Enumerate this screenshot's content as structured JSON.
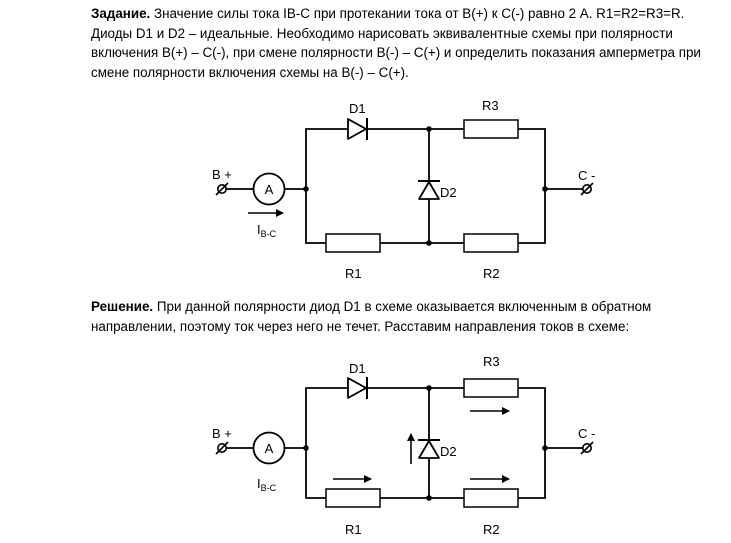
{
  "task": {
    "label": "Задание.",
    "text": " Значение силы тока IB-C при протекании тока от B(+) к C(-) равно 2 А. R1=R2=R3=R. Диоды D1 и D2 – идеальные. Необходимо нарисовать эквивалентные схемы при полярности включения B(+) – C(-), при смене полярности B(-) – C(+) и определить показания амперметра при смене полярности включения схемы на B(-) – C(+)."
  },
  "solution": {
    "label": "Решение.",
    "text": " При данной полярности диод D1 в схеме оказывается включенным в обратном направлении, поэтому ток через него не течет. Расставим направления токов в схеме:"
  },
  "circuit1": {
    "d1": "D1",
    "d2": "D2",
    "r1": "R1",
    "r2": "R2",
    "r3": "R3",
    "terminal_b": "B +",
    "terminal_c": "C -",
    "ammeter": "A",
    "current_main": "I",
    "current_sub": "B-C"
  },
  "circuit2": {
    "d1": "D1",
    "d2": "D2",
    "r1": "R1",
    "r2": "R2",
    "r3": "R3",
    "terminal_b": "B +",
    "terminal_c": "C -",
    "ammeter": "A",
    "current_main": "I",
    "current_sub": "B-C"
  }
}
